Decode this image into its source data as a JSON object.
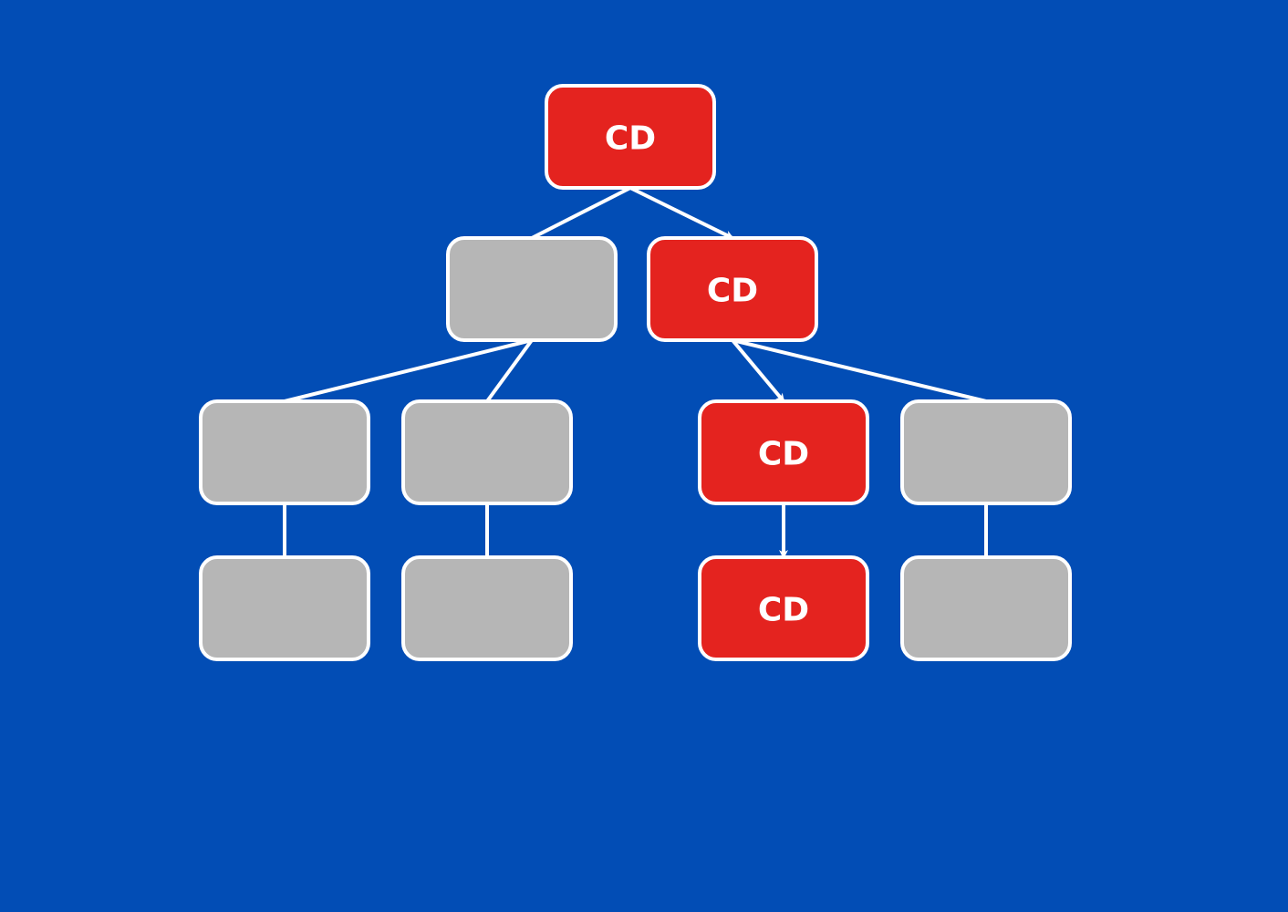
{
  "colors": {
    "background": "#024DB5",
    "highlight": "#E4231F",
    "inactive": "#B6B6B6",
    "stroke": "#FFFFFF"
  },
  "nodes": [
    {
      "id": "root",
      "label": "CD",
      "active": true
    },
    {
      "id": "level1-left",
      "label": "",
      "active": false
    },
    {
      "id": "level1-right",
      "label": "CD",
      "active": true
    },
    {
      "id": "level2-a",
      "label": "",
      "active": false
    },
    {
      "id": "level2-b",
      "label": "",
      "active": false
    },
    {
      "id": "level2-c",
      "label": "CD",
      "active": true
    },
    {
      "id": "level2-d",
      "label": "",
      "active": false
    },
    {
      "id": "level3-a",
      "label": "",
      "active": false
    },
    {
      "id": "level3-b",
      "label": "",
      "active": false
    },
    {
      "id": "level3-c",
      "label": "CD",
      "active": true
    },
    {
      "id": "level3-d",
      "label": "",
      "active": false
    }
  ],
  "edges": [
    {
      "from": "root",
      "to": "level1-left",
      "arrow": false
    },
    {
      "from": "root",
      "to": "level1-right",
      "arrow": true
    },
    {
      "from": "level1-left",
      "to": "level2-a",
      "arrow": false
    },
    {
      "from": "level1-left",
      "to": "level2-b",
      "arrow": false
    },
    {
      "from": "level1-right",
      "to": "level2-c",
      "arrow": true
    },
    {
      "from": "level1-right",
      "to": "level2-d",
      "arrow": false
    },
    {
      "from": "level2-a",
      "to": "level3-a",
      "arrow": false
    },
    {
      "from": "level2-b",
      "to": "level3-b",
      "arrow": false
    },
    {
      "from": "level2-c",
      "to": "level3-c",
      "arrow": true
    },
    {
      "from": "level2-d",
      "to": "level3-d",
      "arrow": false
    }
  ]
}
